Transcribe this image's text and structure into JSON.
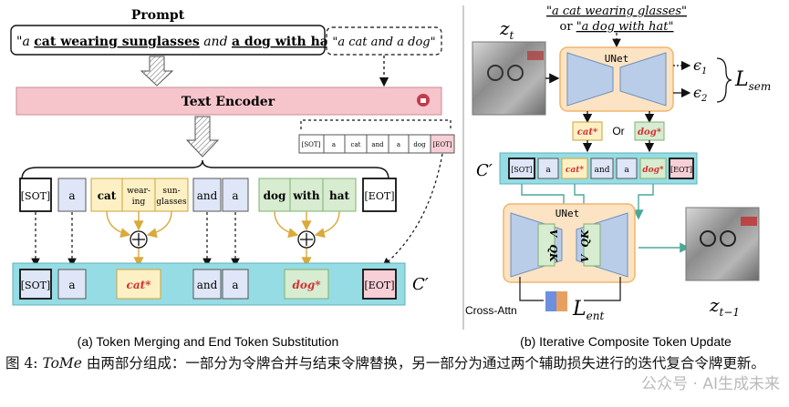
{
  "left_panel": {
    "prompt_label": "Prompt",
    "prompt": {
      "a": "a",
      "cat": "cat wearing sunglasses",
      "and": "and",
      "dog": "a dog with hat"
    },
    "alt_prompt": "\"a cat and a dog\"",
    "text_encoder": "Text Encoder",
    "token_strip": [
      "[SOT]",
      "a",
      "cat",
      "and",
      "a",
      "dog",
      "[EOT]"
    ],
    "tokens": {
      "sot": "[SOT]",
      "a": "a",
      "cat": "cat",
      "wearing": "wear-ing",
      "sunglasses": "sun-glasses",
      "and": "and",
      "dog": "dog",
      "with": "with",
      "hat": "hat",
      "eot": "[EOT]"
    },
    "merged_tokens": [
      "[SOT]",
      "a",
      "cat*",
      "and",
      "a",
      "dog*",
      "[EOT]"
    ],
    "c_prime": "C′",
    "subcaption": "(a) Token Merging and End Token Substitution"
  },
  "right_panel": {
    "zt": "z",
    "zt_sub": "t",
    "prompt_option1": "\"a cat wearing glasses\"",
    "or_text": "or",
    "prompt_option2": "\"a dog with hat\"",
    "unet_top": "UNet",
    "eps1": "ϵ",
    "eps1_sub": "1",
    "eps2": "ϵ",
    "eps2_sub": "2",
    "loss_sem": "L",
    "loss_sem_sub": "sem",
    "cat_tok": "cat*",
    "or2": "Or",
    "dog_tok": "dog*",
    "c_prime": "C′",
    "tokens": [
      "[SOT]",
      "a",
      "cat*",
      "and",
      "a",
      "dog*",
      "[EOT]"
    ],
    "unet_bottom": "UNet",
    "qk": "QK",
    "v": "V",
    "cross_attn": "Cross-Attn",
    "loss_ent": "L",
    "loss_ent_sub": "ent",
    "ztm1": "z",
    "ztm1_sub": "t−1",
    "subcaption": "(b) Iterative Composite Token Update"
  },
  "caption": {
    "prefix": "图 4: ",
    "method": "ToMe",
    "text": " 由两部分组成：一部分为令牌合并与结束令牌替换，另一部分为通过两个辅助损失进行的迭代复合令牌更新。"
  },
  "watermark": "公众号 · AI生成未来",
  "colors": {
    "pink_bar": "#f6c5cb",
    "cyan_bar": "#96dce4",
    "blue_tok": "#dfe6f7",
    "yellow_tok": "#fdf0c4",
    "green_tok": "#d7ecd0",
    "red_tok": "#f7cfd6",
    "unet_fill": "#b9cde8",
    "unet_border": "#f3b46a",
    "star_red": "#d43030",
    "merge_arrow": "#d9aa3c",
    "teal_arrow": "#4aa898"
  }
}
